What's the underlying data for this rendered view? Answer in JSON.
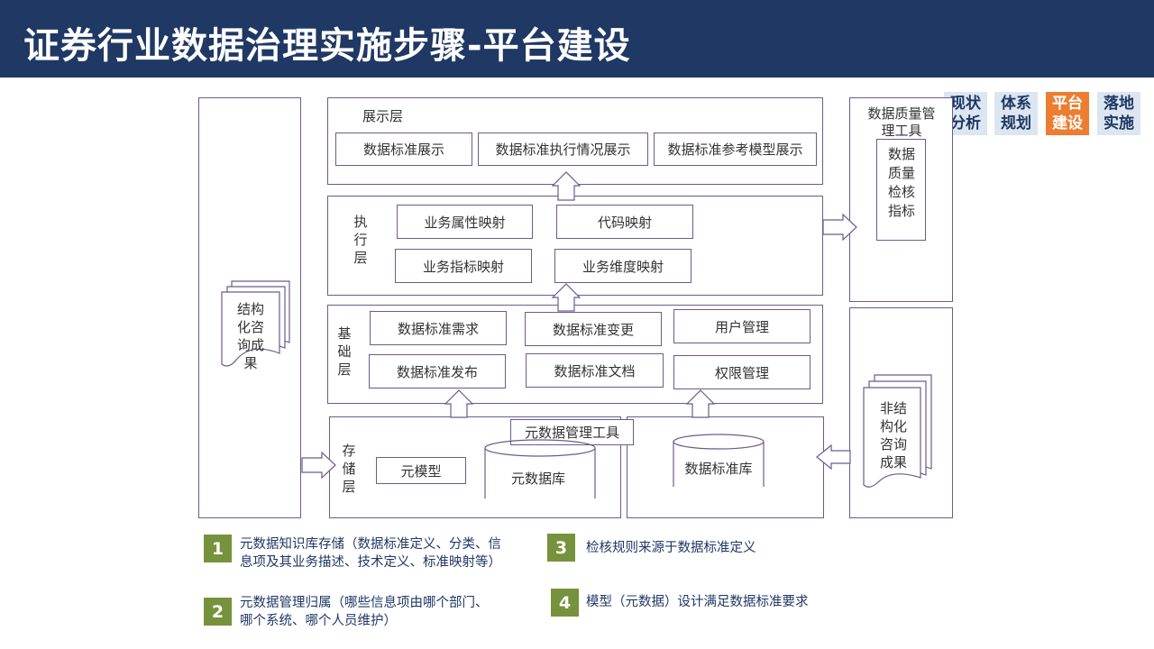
{
  "title": "证券行业数据治理实施步骤-平台建设",
  "nav": [
    {
      "label_line1": "现状",
      "label_line2": "分析",
      "active": false
    },
    {
      "label_line1": "体系",
      "label_line2": "规划",
      "active": false
    },
    {
      "label_line1": "平台",
      "label_line2": "建设",
      "active": true
    },
    {
      "label_line1": "落地",
      "label_line2": "实施",
      "active": false
    }
  ],
  "diagram": {
    "structured_doc": "结构化咨询成果",
    "unstructured_doc": "非结构化咨询成果",
    "display_layer": {
      "label": "展示层",
      "items": [
        "数据标准展示",
        "数据标准执行情况展示",
        "数据标准参考模型展示"
      ]
    },
    "exec_layer": {
      "label": "执行层",
      "items": [
        "业务属性映射",
        "代码映射",
        "业务指标映射",
        "业务维度映射"
      ]
    },
    "base_layer": {
      "label": "基础层",
      "items": [
        "数据标准需求",
        "数据标准变更",
        "用户管理",
        "数据标准发布",
        "数据标准文档",
        "权限管理"
      ]
    },
    "storage_layer": {
      "label": "存储层",
      "meta_model": "元模型",
      "meta_tool": "元数据管理工具",
      "meta_db": "元数据库",
      "std_db": "数据标准库"
    },
    "quality_tool": {
      "label": "数据质量管理工具",
      "indicator": "数据质量检核指标"
    }
  },
  "notes": [
    {
      "num": "1",
      "text_line1": "元数据知识库存储（数据标准定义、分类、信",
      "text_line2": "息项及其业务描述、技术定义、标准映射等）"
    },
    {
      "num": "2",
      "text_line1": "元数据管理归属（哪些信息项由哪个部门、",
      "text_line2": "哪个系统、哪个人员维护）"
    },
    {
      "num": "3",
      "text_line1": "检核规则来源于数据标准定义",
      "text_line2": ""
    },
    {
      "num": "4",
      "text_line1": "模型（元数据）设计满足数据标准要求",
      "text_line2": ""
    }
  ],
  "colors": {
    "title_bar": "#1f3864",
    "nav_active": "#ed7d31",
    "nav_inactive": "#dbe6f1",
    "badge": "#76923c",
    "border": "#6e5a8c"
  }
}
